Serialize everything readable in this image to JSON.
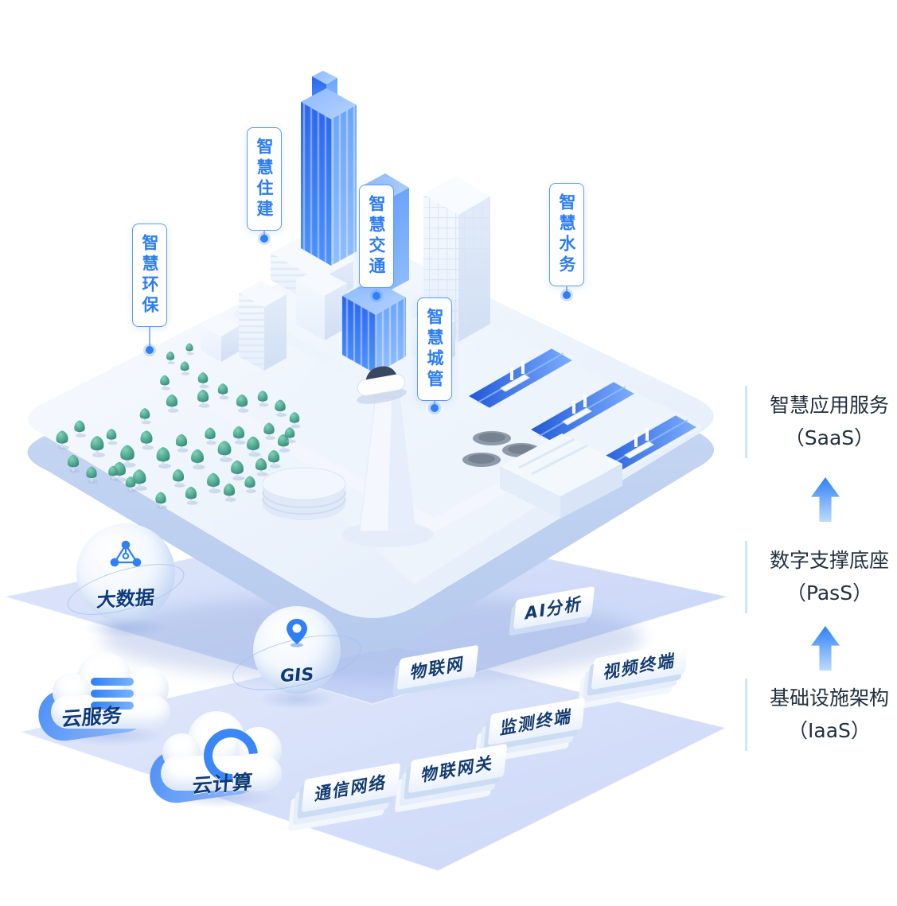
{
  "callouts": [
    {
      "label": "智慧环保"
    },
    {
      "label": "智慧住建"
    },
    {
      "label": "智慧交通"
    },
    {
      "label": "智慧城管"
    },
    {
      "label": "智慧水务"
    }
  ],
  "paas_items": {
    "big_data": "大数据",
    "gis": "GIS",
    "iot": "物联网",
    "ai_analysis": "AI分析",
    "video_terminal": "视频终端",
    "monitoring_terminal": "监测终端"
  },
  "iaas_items": {
    "cloud_service": "云服务",
    "cloud_computing": "云计算",
    "communication_network": "通信网络",
    "iot_gateway": "物联网关"
  },
  "right_labels": [
    {
      "title": "智慧应用服务",
      "subtitle": "（SaaS）"
    },
    {
      "title": "数字支撑底座",
      "subtitle": "（PasS）"
    },
    {
      "title": "基础设施架构",
      "subtitle": "（IaaS）"
    }
  ],
  "colors": {
    "accent_blue": "#2F7FF7",
    "callout_text": "#2B7CF6",
    "dark_label": "#123A6E",
    "layer_sheet": "#C3D2F6"
  }
}
